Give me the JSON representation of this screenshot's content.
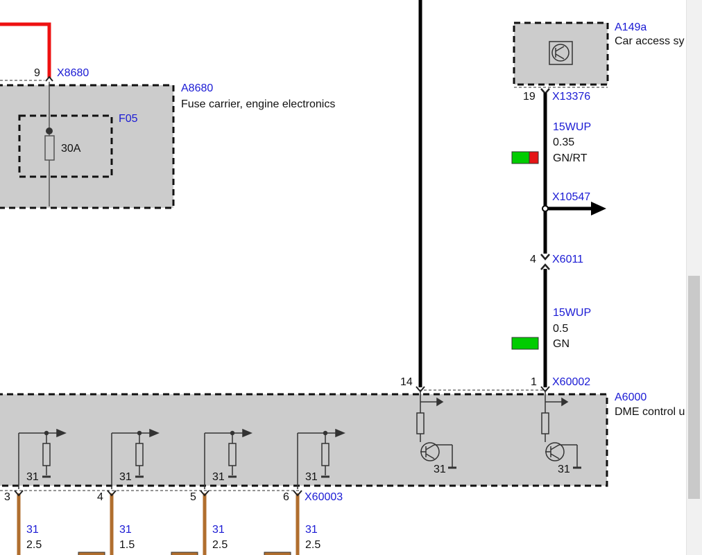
{
  "top_fuse": {
    "pin": "9",
    "connector": "X8680",
    "module_id": "A8680",
    "module_name": "Fuse carrier, engine electronics",
    "fuse_id": "F05",
    "fuse_rating": "30A"
  },
  "car_access": {
    "module_id": "A149a",
    "module_name": "Car access sy",
    "pin": "19",
    "connector": "X13376"
  },
  "wire_upper": {
    "signal": "15WUP",
    "gauge": "0.35",
    "color_code": "GN/RT",
    "color_primary": "#00cc00",
    "color_stripe": "#e51616"
  },
  "splice": {
    "connector": "X10547"
  },
  "mid_connector": {
    "pin": "4",
    "connector": "X6011"
  },
  "wire_lower": {
    "signal": "15WUP",
    "gauge": "0.5",
    "color_code": "GN",
    "color_primary": "#00cc00"
  },
  "dme": {
    "module_id": "A6000",
    "module_name": "DME control u",
    "pin_left": "14",
    "pin_right": "1",
    "connector_top": "X60002",
    "connector_bottom": "X60003",
    "ground_labels": [
      "31",
      "31",
      "31",
      "31",
      "31",
      "31"
    ]
  },
  "ground_wires": [
    {
      "pin": "3",
      "signal": "31",
      "gauge": "2.5"
    },
    {
      "pin": "4",
      "signal": "31",
      "gauge": "1.5"
    },
    {
      "pin": "5",
      "signal": "31",
      "gauge": "2.5"
    },
    {
      "pin": "6",
      "signal": "31",
      "gauge": "2.5"
    }
  ],
  "colors": {
    "supply_wire": "#ee1111",
    "ground_wire": "#b06e2e",
    "signal_wire": "#000000",
    "module_fill": "#cccccc",
    "label_blue": "#1a1ad4"
  }
}
